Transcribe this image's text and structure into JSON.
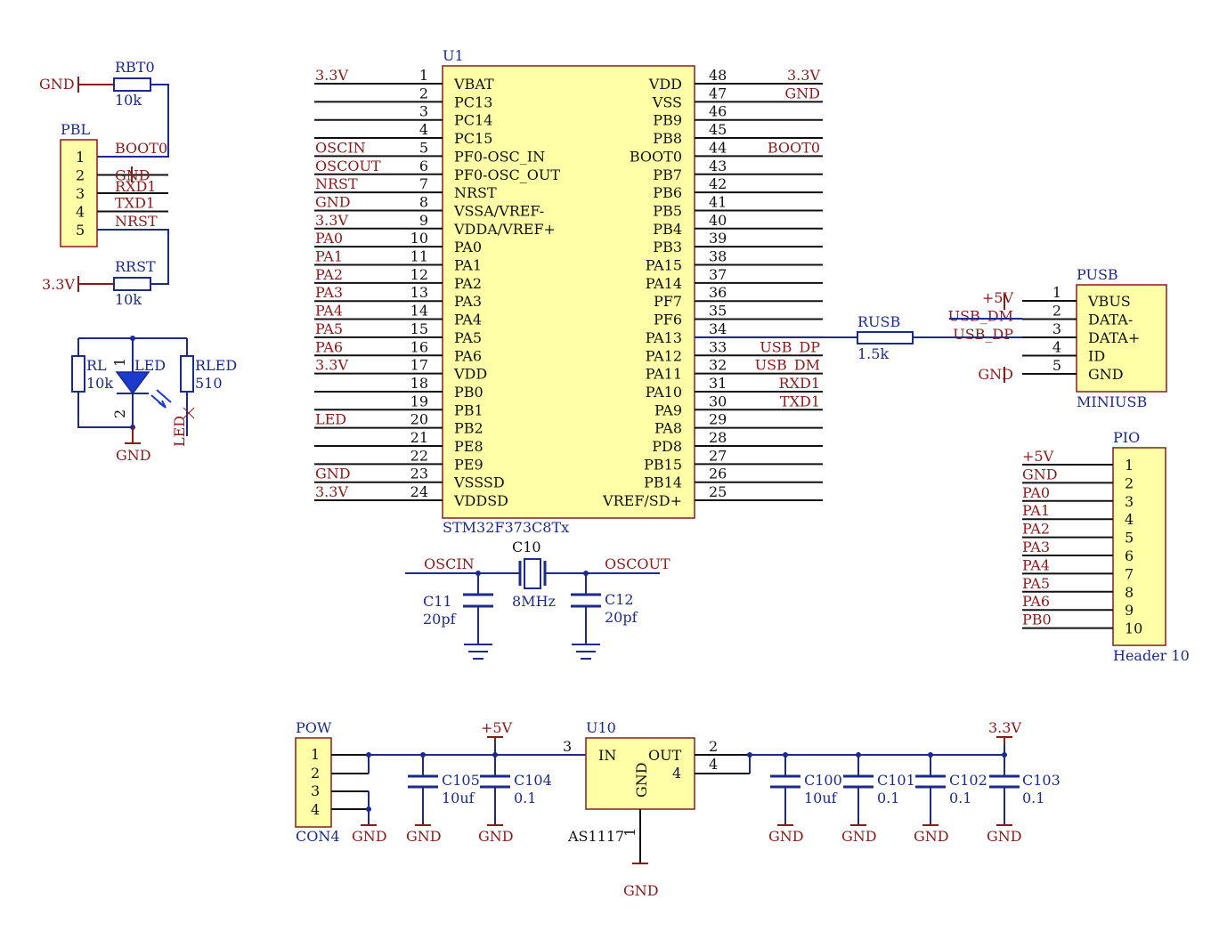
{
  "mcu": {
    "ref": "U1",
    "part": "STM32F373C8Tx",
    "left_pins": [
      {
        "num": "1",
        "name": "VBAT",
        "net": "3.3V",
        "net_color": "red"
      },
      {
        "num": "2",
        "name": "PC13",
        "net": "",
        "net_color": "red"
      },
      {
        "num": "3",
        "name": "PC14",
        "net": "",
        "net_color": "red"
      },
      {
        "num": "4",
        "name": "PC15",
        "net": "",
        "net_color": "red"
      },
      {
        "num": "5",
        "name": "PF0-OSC_IN",
        "net": "OSCIN",
        "net_color": "red"
      },
      {
        "num": "6",
        "name": "PF0-OSC_OUT",
        "net": "OSCOUT",
        "net_color": "red"
      },
      {
        "num": "7",
        "name": "NRST",
        "net": "NRST",
        "net_color": "red"
      },
      {
        "num": "8",
        "name": "VSSA/VREF-",
        "net": "GND",
        "net_color": "red"
      },
      {
        "num": "9",
        "name": "VDDA/VREF+",
        "net": "3.3V",
        "net_color": "red"
      },
      {
        "num": "10",
        "name": "PA0",
        "net": "PA0",
        "net_color": "red"
      },
      {
        "num": "11",
        "name": "PA1",
        "net": "PA1",
        "net_color": "red"
      },
      {
        "num": "12",
        "name": "PA2",
        "net": "PA2",
        "net_color": "red"
      },
      {
        "num": "13",
        "name": "PA3",
        "net": "PA3",
        "net_color": "red"
      },
      {
        "num": "14",
        "name": "PA4",
        "net": "PA4",
        "net_color": "red"
      },
      {
        "num": "15",
        "name": "PA5",
        "net": "PA5",
        "net_color": "red"
      },
      {
        "num": "16",
        "name": "PA6",
        "net": "PA6",
        "net_color": "red"
      },
      {
        "num": "17",
        "name": "VDD",
        "net": "3.3V",
        "net_color": "red"
      },
      {
        "num": "18",
        "name": "PB0",
        "net": "",
        "net_color": "red"
      },
      {
        "num": "19",
        "name": "PB1",
        "net": "",
        "net_color": "red"
      },
      {
        "num": "20",
        "name": "PB2",
        "net": "LED",
        "net_color": "red"
      },
      {
        "num": "21",
        "name": "PE8",
        "net": "",
        "net_color": "red"
      },
      {
        "num": "22",
        "name": "PE9",
        "net": "",
        "net_color": "red"
      },
      {
        "num": "23",
        "name": "VSSSD",
        "net": "GND",
        "net_color": "red"
      },
      {
        "num": "24",
        "name": "VDDSD",
        "net": "3.3V",
        "net_color": "red"
      }
    ],
    "right_pins": [
      {
        "num": "48",
        "name": "VDD",
        "net": "3.3V"
      },
      {
        "num": "47",
        "name": "VSS",
        "net": "GND"
      },
      {
        "num": "46",
        "name": "PB9",
        "net": ""
      },
      {
        "num": "45",
        "name": "PB8",
        "net": ""
      },
      {
        "num": "44",
        "name": "BOOT0",
        "net": "BOOT0"
      },
      {
        "num": "43",
        "name": "PB7",
        "net": ""
      },
      {
        "num": "42",
        "name": "PB6",
        "net": ""
      },
      {
        "num": "41",
        "name": "PB5",
        "net": ""
      },
      {
        "num": "40",
        "name": "PB4",
        "net": ""
      },
      {
        "num": "39",
        "name": "PB3",
        "net": ""
      },
      {
        "num": "38",
        "name": "PA15",
        "net": ""
      },
      {
        "num": "37",
        "name": "PA14",
        "net": ""
      },
      {
        "num": "36",
        "name": "PF7",
        "net": ""
      },
      {
        "num": "35",
        "name": "PF6",
        "net": ""
      },
      {
        "num": "34",
        "name": "PA13",
        "net": ""
      },
      {
        "num": "33",
        "name": "PA12",
        "net": "USB_DP"
      },
      {
        "num": "32",
        "name": "PA11",
        "net": "USB_DM"
      },
      {
        "num": "31",
        "name": "PA10",
        "net": "RXD1"
      },
      {
        "num": "30",
        "name": "PA9",
        "net": "TXD1"
      },
      {
        "num": "29",
        "name": "PA8",
        "net": ""
      },
      {
        "num": "28",
        "name": "PD8",
        "net": ""
      },
      {
        "num": "27",
        "name": "PB15",
        "net": ""
      },
      {
        "num": "26",
        "name": "PB14",
        "net": ""
      },
      {
        "num": "25",
        "name": "VREF/SD+",
        "net": ""
      }
    ]
  },
  "boot_header": {
    "ref": "PBL",
    "pins": [
      "1",
      "2",
      "3",
      "4",
      "5"
    ],
    "nets": [
      "BOOT0",
      "GND",
      "RXD1",
      "TXD1",
      "NRST"
    ],
    "rbt0": {
      "ref": "RBT0",
      "value": "10k",
      "net": "GND"
    },
    "rrst": {
      "ref": "RRST",
      "value": "10k",
      "net": "3.3V"
    }
  },
  "led_block": {
    "rl": {
      "ref": "RL",
      "value": "10k"
    },
    "led": {
      "ref": "LED",
      "pin1": "1",
      "pin2": "2"
    },
    "rled": {
      "ref": "RLED",
      "value": "510"
    },
    "net_led": "LED",
    "gnd": "GND"
  },
  "crystal": {
    "ref": "C10",
    "value": "8MHz",
    "net_in": "OSCIN",
    "net_out": "OSCOUT",
    "c11": {
      "ref": "C11",
      "value": "20pf"
    },
    "c12": {
      "ref": "C12",
      "value": "20pf"
    }
  },
  "usb": {
    "ref": "PUSB",
    "part": "MINIUSB",
    "pins": [
      {
        "num": "1",
        "name": "VBUS",
        "net": "+5V"
      },
      {
        "num": "2",
        "name": "DATA-",
        "net": "USB_DM"
      },
      {
        "num": "3",
        "name": "DATA+",
        "net": "USB_DP"
      },
      {
        "num": "4",
        "name": "ID",
        "net": ""
      },
      {
        "num": "5",
        "name": "GND",
        "net": "GND"
      }
    ],
    "rusb": {
      "ref": "RUSB",
      "value": "1.5k"
    }
  },
  "pio": {
    "ref": "PIO",
    "part": "Header 10",
    "pins": [
      "1",
      "2",
      "3",
      "4",
      "5",
      "6",
      "7",
      "8",
      "9",
      "10"
    ],
    "nets": [
      "+5V",
      "GND",
      "PA0",
      "PA1",
      "PA2",
      "PA3",
      "PA4",
      "PA5",
      "PA6",
      "PB0"
    ]
  },
  "power": {
    "con": {
      "ref": "POW",
      "part": "CON4",
      "pins": [
        "1",
        "2",
        "3",
        "4"
      ],
      "gnd": "GND"
    },
    "vin": "+5V",
    "vout": "3.3V",
    "reg": {
      "ref": "U10",
      "part": "AS1117",
      "in": "IN",
      "out": "OUT",
      "gnd": "GND",
      "pin_in": "3",
      "pin_out": "2",
      "pin_tab": "4",
      "pin_gnd": "1"
    },
    "in_caps": [
      {
        "ref": "C105",
        "value": "10uf"
      },
      {
        "ref": "C104",
        "value": "0.1"
      }
    ],
    "out_caps": [
      {
        "ref": "C100",
        "value": "10uf"
      },
      {
        "ref": "C101",
        "value": "0.1"
      },
      {
        "ref": "C102",
        "value": "0.1"
      },
      {
        "ref": "C103",
        "value": "0.1"
      }
    ],
    "gnd": "GND"
  },
  "colors": {
    "wire": "#1c2a8c",
    "net_label": "#8b1a1a",
    "body_fill": "#ffffa8",
    "body_border": "#8b1a1a"
  }
}
